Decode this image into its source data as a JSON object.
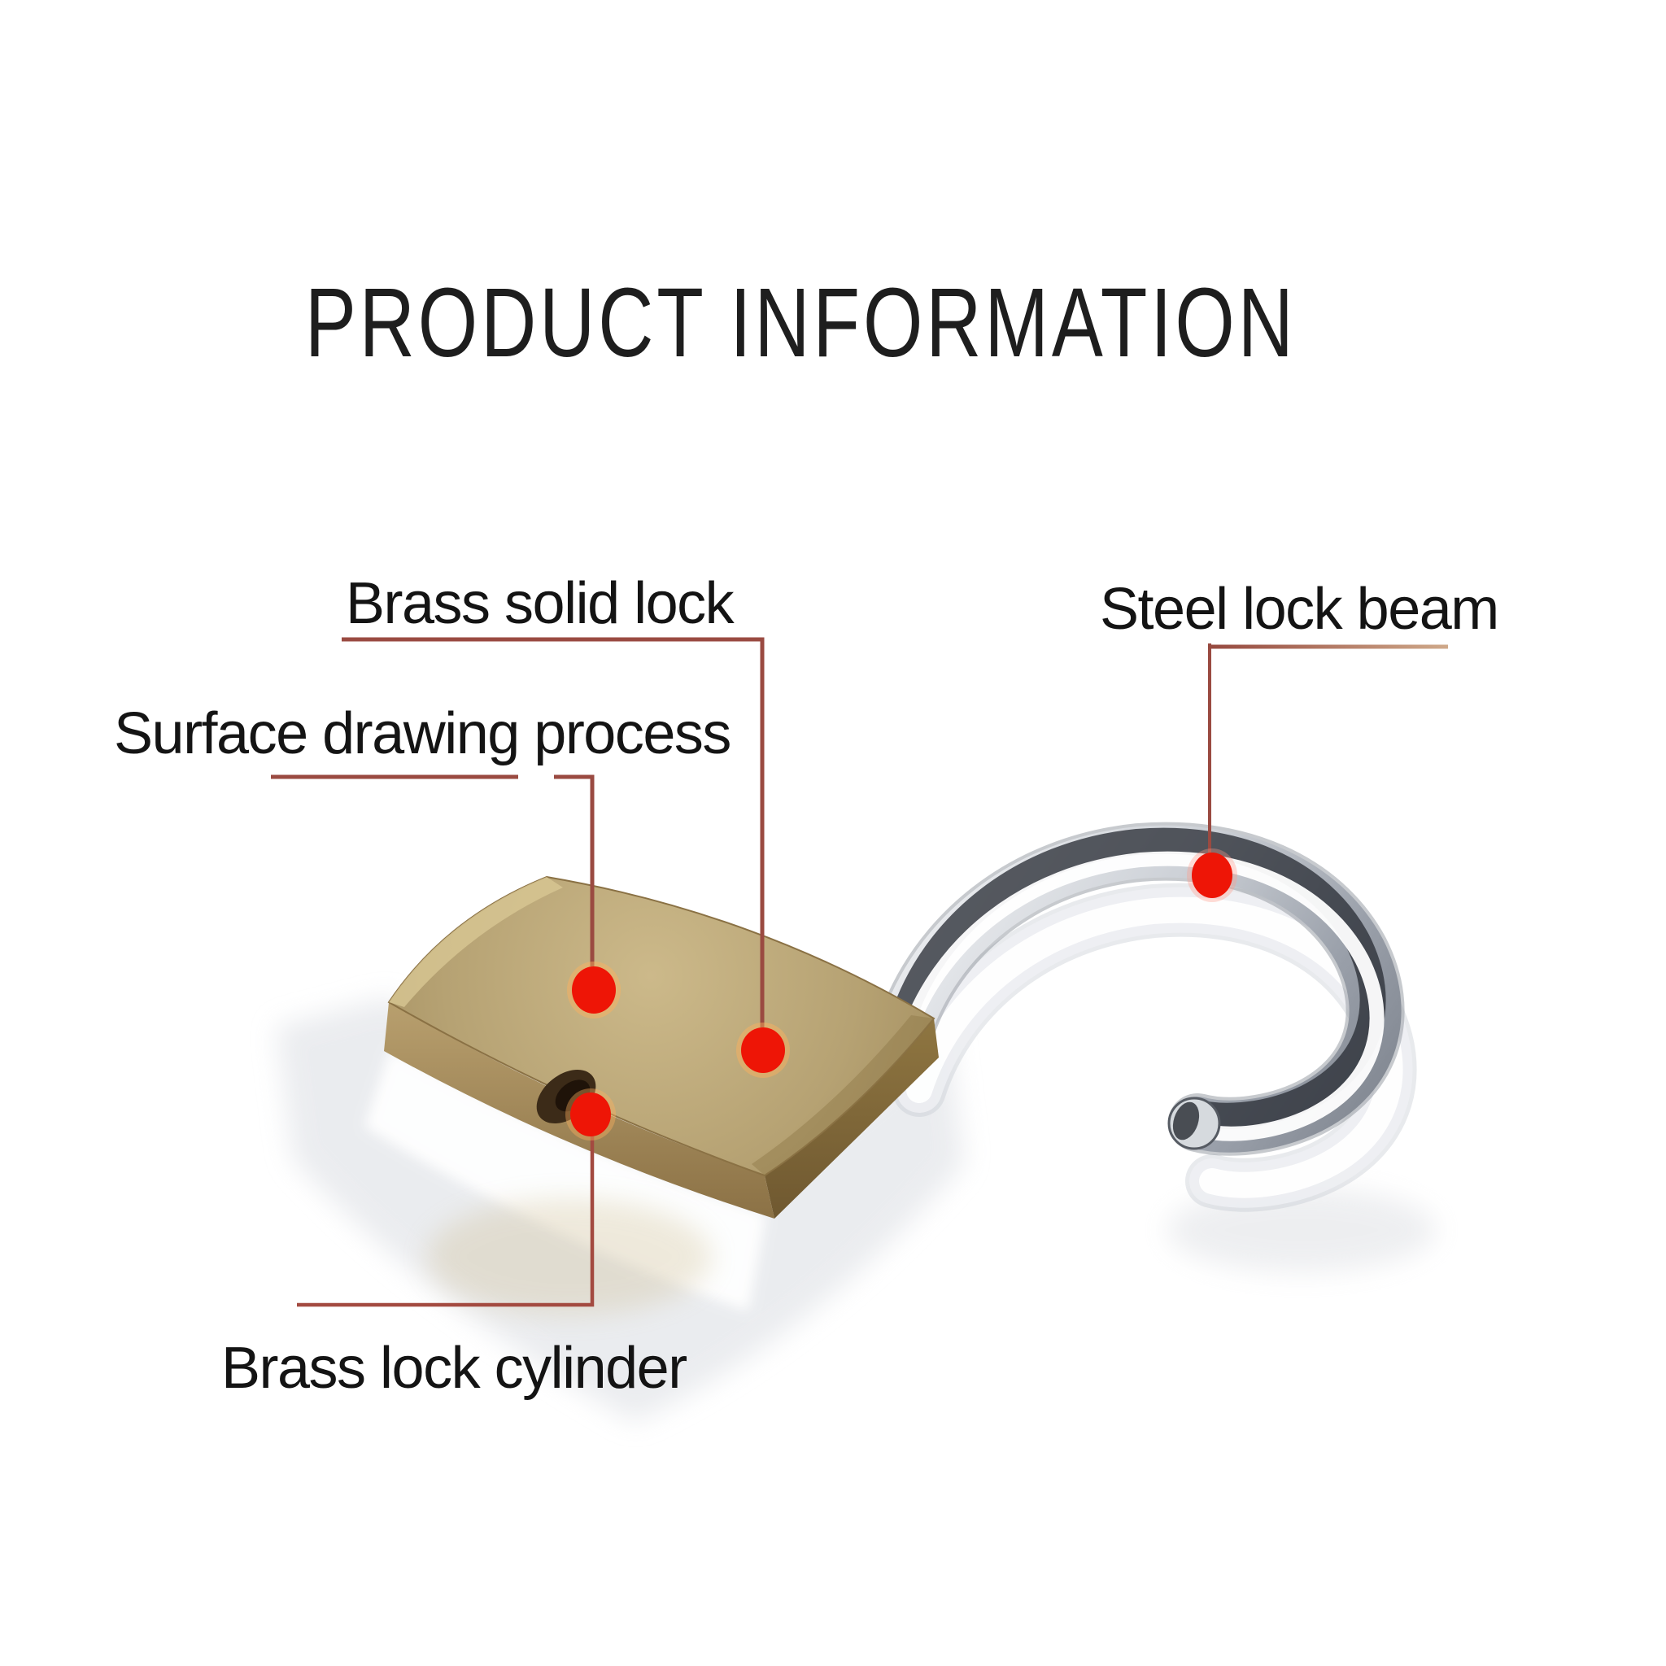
{
  "page": {
    "background_color": "#ffffff"
  },
  "title": {
    "text": "PRODUCT INFORMATION",
    "color": "#1e1e1e"
  },
  "labels": [
    {
      "part": "brass-solid-lock",
      "text": "Brass solid lock"
    },
    {
      "part": "surface-drawing-process",
      "text": "Surface drawing process"
    },
    {
      "part": "steel-lock-beam",
      "text": "Steel lock beam"
    },
    {
      "part": "brass-lock-cylinder",
      "text": "Brass lock cylinder"
    }
  ],
  "colors": {
    "label_text": "#141414",
    "callout_line": "#9a4a41",
    "callout_line_faded": "#cfa98a",
    "callout_dot": "#ee1506",
    "dot_glow": "#ffb25e",
    "brass_light": "#ccb98a",
    "brass_mid": "#b6a273",
    "brass_dark": "#8a7044",
    "chrome_light": "#f4f5f7",
    "chrome_dark": "#2c3037",
    "reflection_gray": "#e4e6ea"
  }
}
